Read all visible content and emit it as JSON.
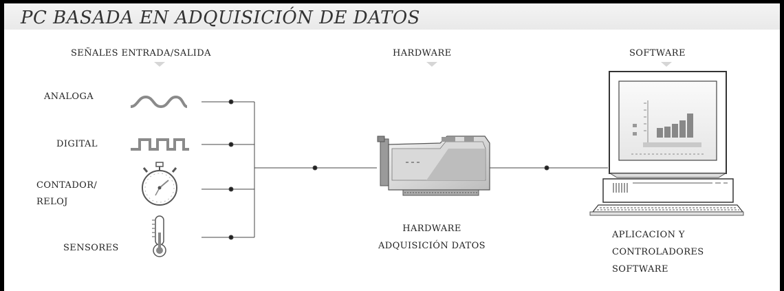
{
  "title": "PC BASADA EN ADQUISICIÓN DE DATOS",
  "sections": {
    "signals": "SEÑALES ENTRADA/SALIDA",
    "hardware": "HARDWARE",
    "software": "SOFTWARE"
  },
  "signals": {
    "analog": "ANALOGA",
    "digital": "DIGITAL",
    "counter_line1": "CONTADOR/",
    "counter_line2": "RELOJ",
    "sensors": "SENSORES"
  },
  "hardware_caption": {
    "line1": "HARDWARE",
    "line2": "ADQUISICIÓN DATOS"
  },
  "software_caption": {
    "line1": "APLICACION Y",
    "line2": "CONTROLADORES",
    "line3": "SOFTWARE"
  },
  "colors": {
    "line": "#444444",
    "icon": "#777777",
    "dark": "#333333"
  }
}
